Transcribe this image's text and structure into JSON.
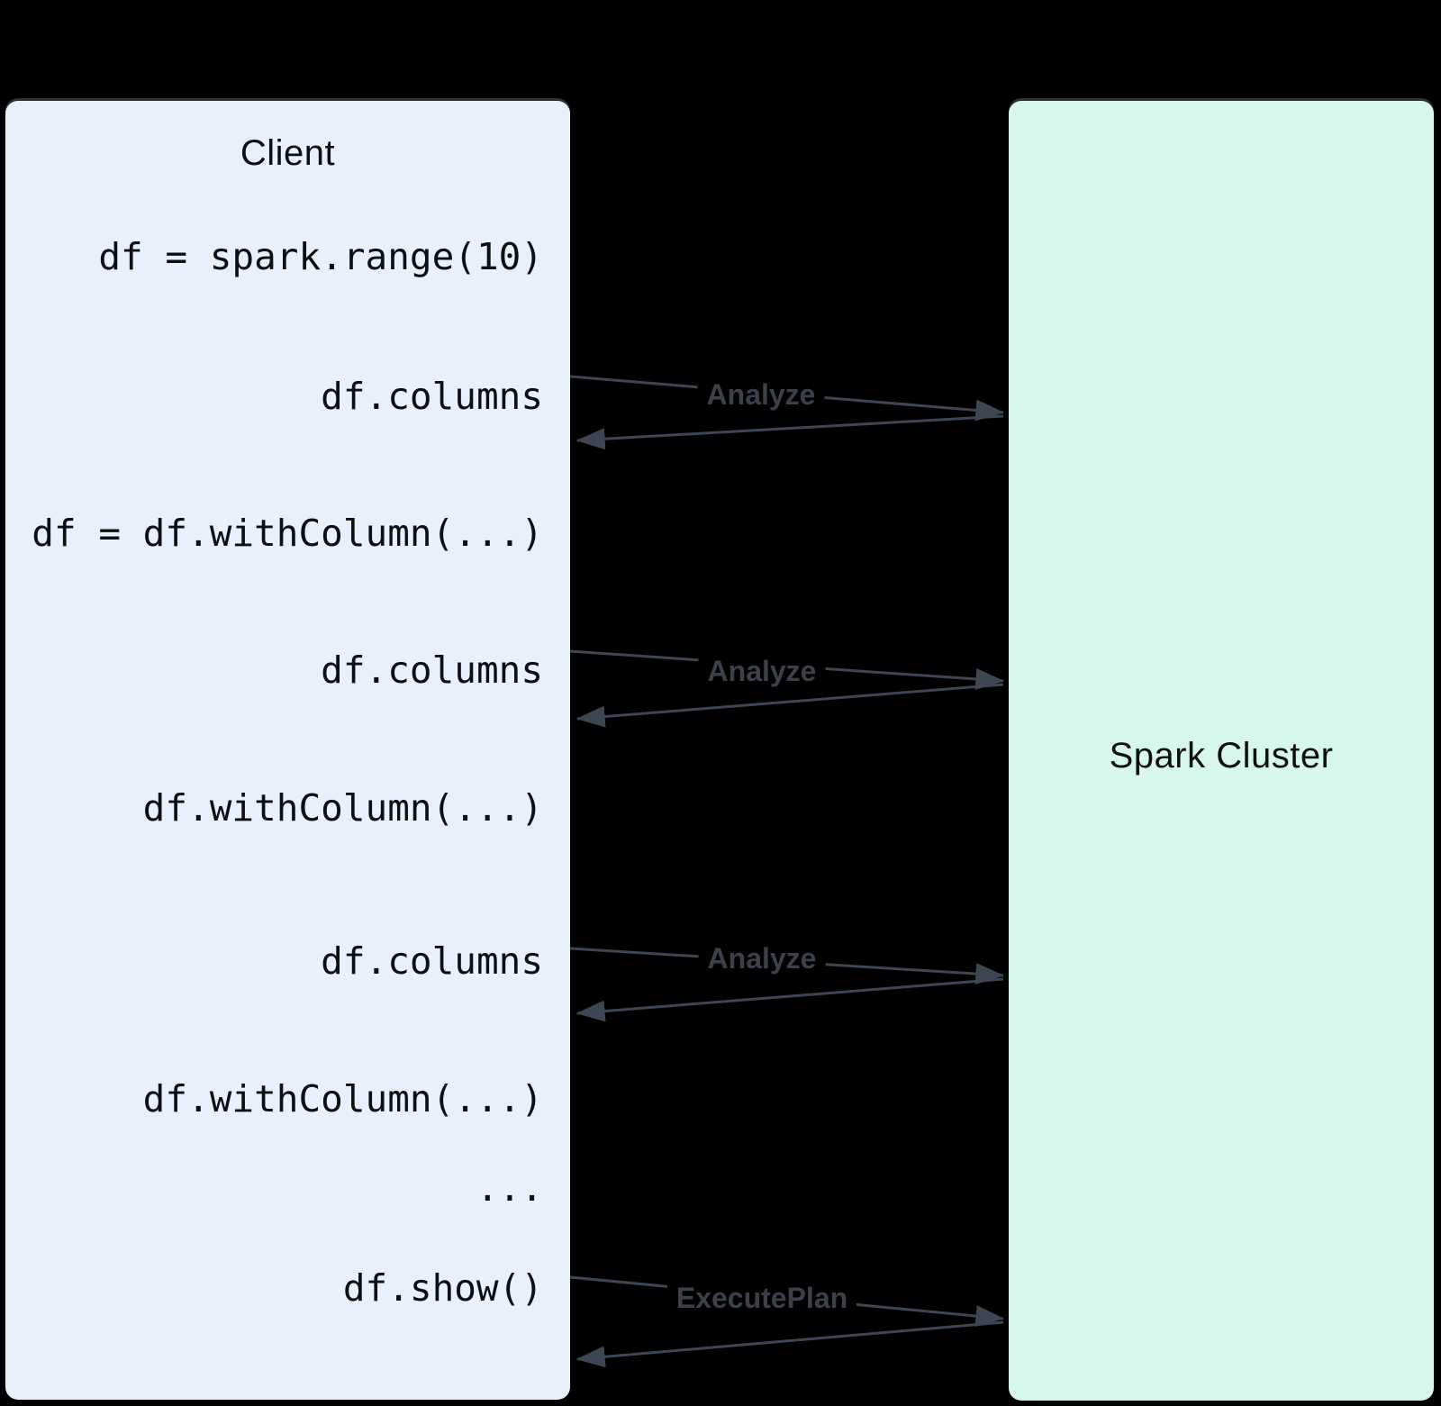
{
  "client_panel": {
    "title": "Client",
    "code_lines": [
      "df = spark.range(10)",
      "df.columns",
      "df = df.withColumn(...)",
      "df.columns",
      "df.withColumn(...)",
      "df.columns",
      "df.withColumn(...)",
      "...",
      "df.show()"
    ]
  },
  "cluster_panel": {
    "title": "Spark Cluster"
  },
  "arrows": [
    {
      "label": "Analyze",
      "direction": "round-trip"
    },
    {
      "label": "Analyze",
      "direction": "round-trip"
    },
    {
      "label": "Analyze",
      "direction": "round-trip"
    },
    {
      "label": "ExecutePlan",
      "direction": "round-trip"
    }
  ],
  "colors": {
    "background": "#000000",
    "client_panel_bg": "#e8f0fb",
    "cluster_panel_bg": "#d7f7ed",
    "arrow": "#3e4654",
    "arrow_label": "#3a414b",
    "text": "#0d0f12"
  }
}
